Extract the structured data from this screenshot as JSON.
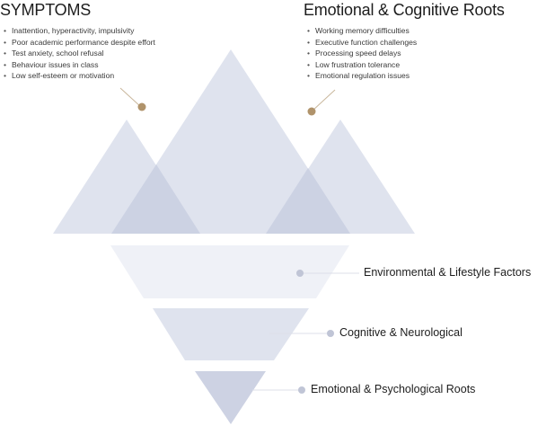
{
  "symptoms": {
    "title": "SYMPTOMS",
    "items": [
      "Inattention, hyperactivity, impulsivity",
      "Poor academic performance despite effort",
      "Test anxiety, school refusal",
      "Behaviour issues in class",
      "Low self-esteem or motivation"
    ]
  },
  "roots": {
    "title": "Emotional & Cognitive Roots",
    "items": [
      "Working memory difficulties",
      "Executive function challenges",
      "Processing speed delays",
      "Low frustration tolerance",
      "Emotional regulation issues"
    ]
  },
  "layers": [
    {
      "label": "Environmental & Lifestyle Factors"
    },
    {
      "label": "Cognitive & Neurological"
    },
    {
      "label": "Emotional & Psychological Roots"
    }
  ],
  "colors": {
    "mountain": "#dfe3ee",
    "mountain_overlap": "#ccd2e3",
    "layer1": "#eff1f7",
    "layer2": "#dfe3ee",
    "layer3": "#cdd2e3",
    "callout_dot": "#b0936b",
    "callout_line": "#c9b79c",
    "layer_dot": "#c0c5d6",
    "layer_line": "#dcdfe8"
  }
}
